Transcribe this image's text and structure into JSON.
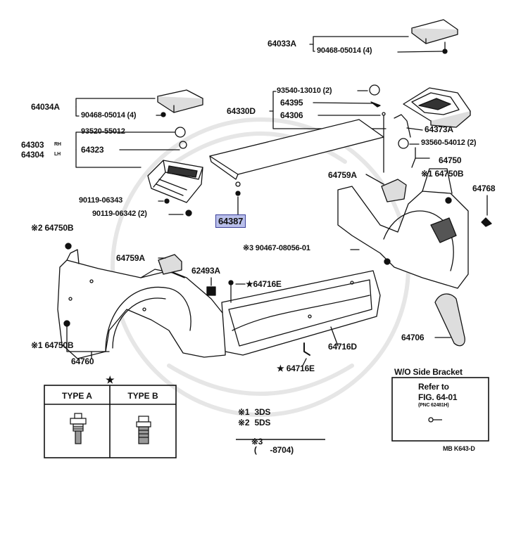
{
  "labels": {
    "p64033A": "64033A",
    "p90468_05014_top": "90468-05014 (4)",
    "p64034A": "64034A",
    "p90468_05014_left": "90468-05014 (4)",
    "p93540_13010": "93540-13010 (2)",
    "p64330D": "64330D",
    "p64395": "64395",
    "p64306": "64306",
    "p64373A": "64373A",
    "p93560_54012": "93560-54012 (2)",
    "p64750": "64750",
    "p64750B_right": "※1 64750B",
    "p64768": "64768",
    "p93520_55012": "93520-55012",
    "p64303": "64303",
    "p64303_note": "RH",
    "p64304": "64304",
    "p64304_note": "LH",
    "p64323": "64323",
    "p64759A_right": "64759A",
    "p90119_06343": "90119-06343",
    "p90119_06342": "90119-06342 (2)",
    "p64387": "64387",
    "p64750B_top": "※2 64750B",
    "p90467_08056": "※3 90467-08056-01",
    "p64759A_left": "64759A",
    "p62493A": "62493A",
    "p64716E_top": "★64716E",
    "p64750B_bottom": "※1 64750B",
    "p64760": "64760",
    "p64716D": "64716D",
    "p64706": "64706",
    "p64716E_bottom": "★ 64716E",
    "diagram_code": "MB K643-D"
  },
  "type_table": {
    "star": "★",
    "type_a": "TYPE A",
    "type_b": "TYPE B"
  },
  "legend": [
    {
      "mark": "※1",
      "text": "3DS"
    },
    {
      "mark": "※2",
      "text": "5DS"
    },
    {
      "mark": "※3",
      "text": "(      -8704)"
    }
  ],
  "side_box": {
    "title": "W/O Side Bracket",
    "refer": "Refer to",
    "fig": "FIG. 64-01",
    "pnc": "(PNC 62481H)"
  },
  "colors": {
    "highlight": "#b9bfea",
    "ink": "#111111"
  }
}
